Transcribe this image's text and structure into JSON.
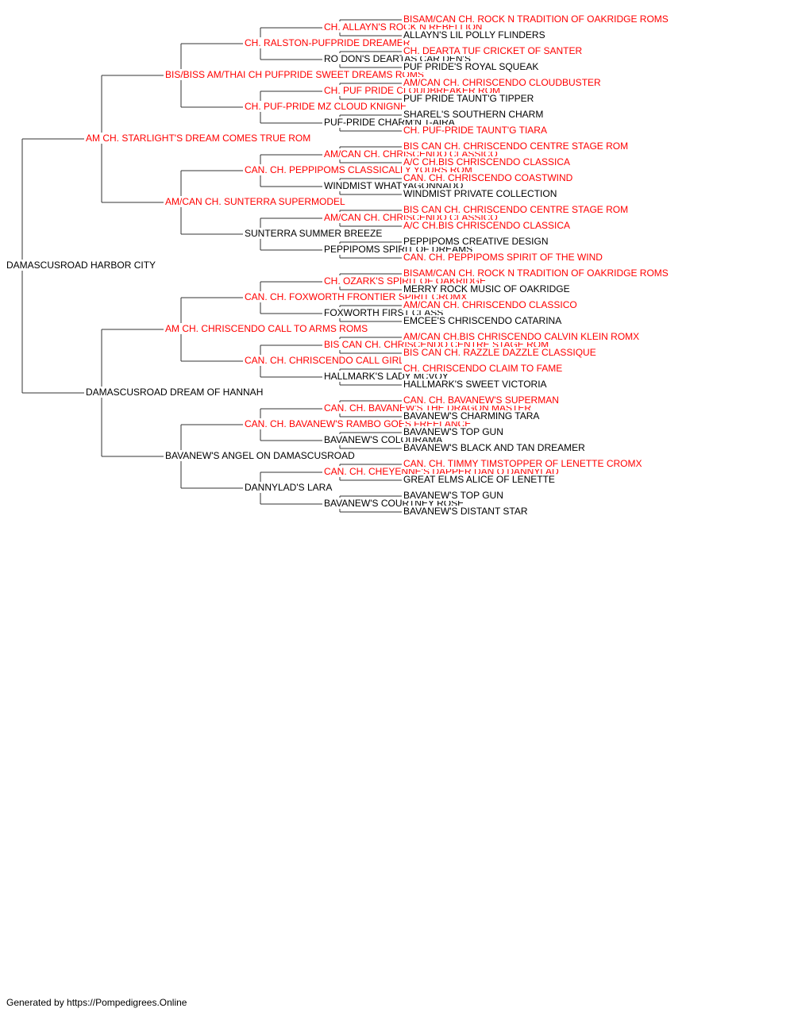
{
  "colors": {
    "champion": "#ff0000",
    "normal": "#000000",
    "line": "#333333"
  },
  "pedigree": {
    "subject": "DAMASCUSROAD HARBOR CITY",
    "ancestors": [
      {
        "name": "AM CH. STARLIGHT'S DREAM COMES TRUE ROM",
        "champion": true
      },
      {
        "name": "DAMASCUSROAD DREAM OF HANNAH",
        "champion": false
      },
      {
        "name": "BIS/BISS AM/THAI CH PUFPRIDE SWEET DREAMS ROMS",
        "champion": true
      },
      {
        "name": "AM/CAN CH. SUNTERRA SUPERMODEL",
        "champion": true
      },
      {
        "name": "AM CH. CHRISCENDO CALL TO ARMS ROMS",
        "champion": true
      },
      {
        "name": "BAVANEW'S ANGEL ON DAMASCUSROAD",
        "champion": false
      },
      {
        "name": "CH. RALSTON-PUFPRIDE DREAMER",
        "champion": true
      },
      {
        "name": "CH. PUF-PRIDE MZ CLOUD KNIGNE",
        "champion": true
      },
      {
        "name": "CAN. CH. PEPPIPOMS CLASSICALLY YOURS ROM",
        "champion": true
      },
      {
        "name": "SUNTERRA SUMMER BREEZE",
        "champion": false
      },
      {
        "name": "CAN. CH. FOXWORTH FRONTIER SPIRIT CROMX",
        "champion": true
      },
      {
        "name": "CAN. CH. CHRISCENDO CALL GIRL",
        "champion": true
      },
      {
        "name": "CAN. CH. BAVANEW'S RAMBO GOES FREELANCE",
        "champion": true
      },
      {
        "name": "DANNYLAD'S LARA",
        "champion": false
      },
      {
        "name": "CH. ALLAYN'S ROCK N REBELLION",
        "champion": true
      },
      {
        "name": "RO DON'S DEARTAS CAR DEN'S",
        "champion": false
      },
      {
        "name": "CH. PUF PRIDE CLOUDBREAKER ROM",
        "champion": true
      },
      {
        "name": "PUF-PRIDE CHARM'N T-AIRA",
        "champion": false
      },
      {
        "name": "AM/CAN CH. CHRISCENDO CLASSICO",
        "champion": true
      },
      {
        "name": "WINDMIST WHATYAGONNADO",
        "champion": false
      },
      {
        "name": "AM/CAN CH. CHRISCENDO CLASSICO",
        "champion": true
      },
      {
        "name": "PEPPIPOMS SPIRIT OF DREAMS",
        "champion": false
      },
      {
        "name": "CH. OZARK'S SPIRIT OF OAKRIDGE",
        "champion": true
      },
      {
        "name": "FOXWORTH FIRST CLASS",
        "champion": false
      },
      {
        "name": "BIS CAN CH. CHRISCENDO CENTRE STAGE ROM",
        "champion": true
      },
      {
        "name": "HALLMARK'S LADY MCVOY",
        "champion": false
      },
      {
        "name": "CAN. CH. BAVANEW'S THE DRAGON MASTER",
        "champion": true
      },
      {
        "name": "BAVANEW'S COLOURAMA",
        "champion": false
      },
      {
        "name": "CAN. CH. CHEYENNE'S DAPPER DAN O DANNYLAD",
        "champion": true
      },
      {
        "name": "BAVANEW'S COURTNEY ROSE",
        "champion": false
      },
      {
        "name": "BISAM/CAN CH. ROCK N TRADITION OF OAKRIDGE ROMS",
        "champion": true
      },
      {
        "name": "ALLAYN'S LIL POLLY FLINDERS",
        "champion": false
      },
      {
        "name": "CH. DEARTA TUF CRICKET OF SANTER",
        "champion": true
      },
      {
        "name": "PUF PRIDE'S ROYAL SQUEAK",
        "champion": false
      },
      {
        "name": "AM/CAN CH. CHRISCENDO CLOUDBUSTER",
        "champion": true
      },
      {
        "name": "PUF PRIDE TAUNT'G TIPPER",
        "champion": false
      },
      {
        "name": "SHAREL'S SOUTHERN CHARM",
        "champion": false
      },
      {
        "name": "CH. PUF-PRIDE TAUNT'G TIARA",
        "champion": true
      },
      {
        "name": "BIS CAN CH. CHRISCENDO CENTRE STAGE ROM",
        "champion": true
      },
      {
        "name": "A/C CH.BIS CHRISCENDO CLASSICA",
        "champion": true
      },
      {
        "name": "CAN. CH. CHRISCENDO COASTWIND",
        "champion": true
      },
      {
        "name": "WINDMIST PRIVATE COLLECTION",
        "champion": false
      },
      {
        "name": "BIS CAN CH. CHRISCENDO CENTRE STAGE ROM",
        "champion": true
      },
      {
        "name": "A/C CH.BIS CHRISCENDO CLASSICA",
        "champion": true
      },
      {
        "name": "PEPPIPOMS CREATIVE DESIGN",
        "champion": false
      },
      {
        "name": "CAN. CH. PEPPIPOMS SPIRIT OF THE WIND",
        "champion": true
      },
      {
        "name": "BISAM/CAN CH. ROCK N TRADITION OF OAKRIDGE ROMS",
        "champion": true
      },
      {
        "name": "MERRY ROCK MUSIC OF OAKRIDGE",
        "champion": false
      },
      {
        "name": "AM/CAN CH. CHRISCENDO CLASSICO",
        "champion": true
      },
      {
        "name": "EMCEE'S CHRISCENDO CATARINA",
        "champion": false
      },
      {
        "name": "AM/CAN CH.BIS CHRISCENDO CALVIN KLEIN ROMX",
        "champion": true
      },
      {
        "name": "BIS CAN CH. RAZZLE DAZZLE CLASSIQUE",
        "champion": true
      },
      {
        "name": "CH. CHRISCENDO CLAIM TO FAME",
        "champion": true
      },
      {
        "name": "HALLMARK'S SWEET VICTORIA",
        "champion": false
      },
      {
        "name": "CAN. CH. BAVANEW'S SUPERMAN",
        "champion": true
      },
      {
        "name": "BAVANEW'S CHARMING TARA",
        "champion": false
      },
      {
        "name": "BAVANEW'S TOP GUN",
        "champion": false
      },
      {
        "name": "BAVANEW'S BLACK AND TAN DREAMER",
        "champion": false
      },
      {
        "name": "CAN. CH. TIMMY TIMSTOPPER OF LENETTE CROMX",
        "champion": true
      },
      {
        "name": "GREAT ELMS ALICE OF LENETTE",
        "champion": false
      },
      {
        "name": "BAVANEW'S TOP GUN",
        "champion": false
      },
      {
        "name": "BAVANEW'S DISTANT STAR",
        "champion": false
      }
    ]
  },
  "footer": {
    "text": "Generated by https://Pompedigrees.Online"
  }
}
